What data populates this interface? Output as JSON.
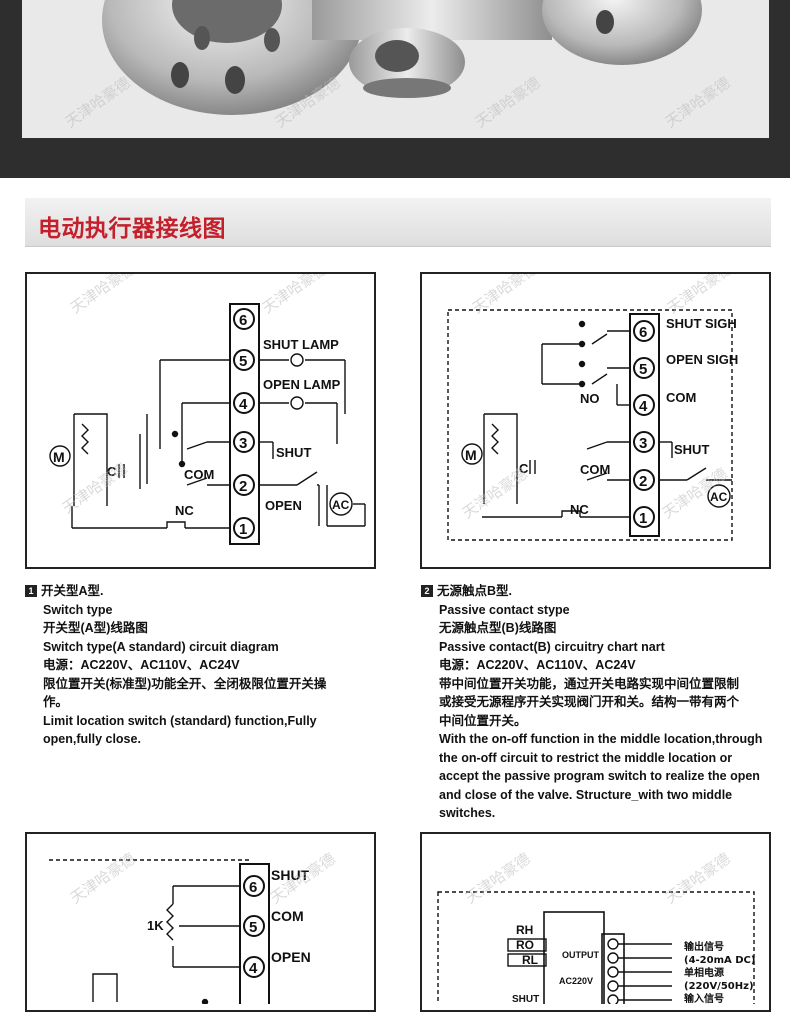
{
  "heading": {
    "title": "电动执行器接线图"
  },
  "watermark": "天津哈豪德",
  "diagram_a": {
    "terminals": [
      "6",
      "5",
      "4",
      "3",
      "2",
      "1"
    ],
    "labels": {
      "shut_lamp": "SHUT LAMP",
      "open_lamp": "OPEN LAMP",
      "shut": "SHUT",
      "open": "OPEN",
      "com": "COM",
      "nc": "NC",
      "c": "C",
      "m": "M",
      "ac": "AC"
    }
  },
  "diagram_b": {
    "terminals": [
      "6",
      "5",
      "4",
      "3",
      "2",
      "1"
    ],
    "labels": {
      "shut_sigh": "SHUT SIGH",
      "open_sigh": "OPEN SIGH",
      "com": "COM",
      "no": "NO",
      "shut": "SHUT",
      "com2": "COM",
      "nc": "NC",
      "c": "C",
      "m": "M",
      "ac": "AC"
    }
  },
  "diagram_c": {
    "terminals": [
      "6",
      "5",
      "4"
    ],
    "labels": {
      "shut": "SHUT",
      "com": "COM",
      "open": "OPEN",
      "r1k": "1K"
    }
  },
  "diagram_d": {
    "labels": {
      "rh": "RH",
      "ro": "RO",
      "rl": "RL",
      "output": "OUTPUT",
      "ac220v": "AC220V",
      "shut": "SHUT"
    },
    "notes": [
      "输出信号",
      "(4-20mA DC)",
      "单相电源",
      "(220V/50Hz)",
      "输入信号"
    ]
  },
  "caption_a": {
    "num": "1",
    "lines": [
      "开关型A型.",
      "Switch type",
      "开关型(A型)线路图",
      "Switch type(A standard) circuit diagram",
      "电源：AC220V、AC110V、AC24V",
      "限位置开关(标准型)功能全开、全闭极限位置开关操",
      "作。",
      "Limit  location  switch  (standard)  function,Fully",
      "open,fully close."
    ]
  },
  "caption_b": {
    "num": "2",
    "lines": [
      "无源触点B型.",
      "Passive contact stype",
      "无源触点型(B)线路图",
      "Passive contact(B) circuitry chart nart",
      "电源：AC220V、AC110V、AC24V",
      "带中间位置开关功能，通过开关电路实现中间位置限制",
      "或接受无源程序开关实现阀门开和关。结构一带有两个",
      "中间位置开关。",
      "With the on-off function in the middle location,through",
      "the on-off circuit to restrict the middle location or",
      "accept the passive program switch to realize the open",
      "and close of the valve. Structure_with two middle",
      "switches."
    ]
  }
}
